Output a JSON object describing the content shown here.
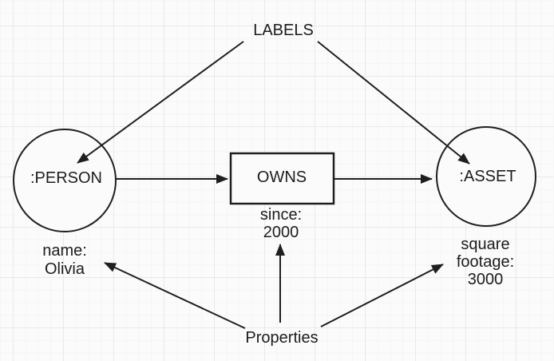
{
  "diagram": {
    "labels_caption": "LABELS",
    "properties_caption": "Properties",
    "person_label": ":PERSON",
    "owns_label": "OWNS",
    "asset_label": ":ASSET",
    "since_property": "since:\n2000",
    "name_property": "name:\nOlivia",
    "square_footage_property": "square\nfootage:\n3000"
  }
}
